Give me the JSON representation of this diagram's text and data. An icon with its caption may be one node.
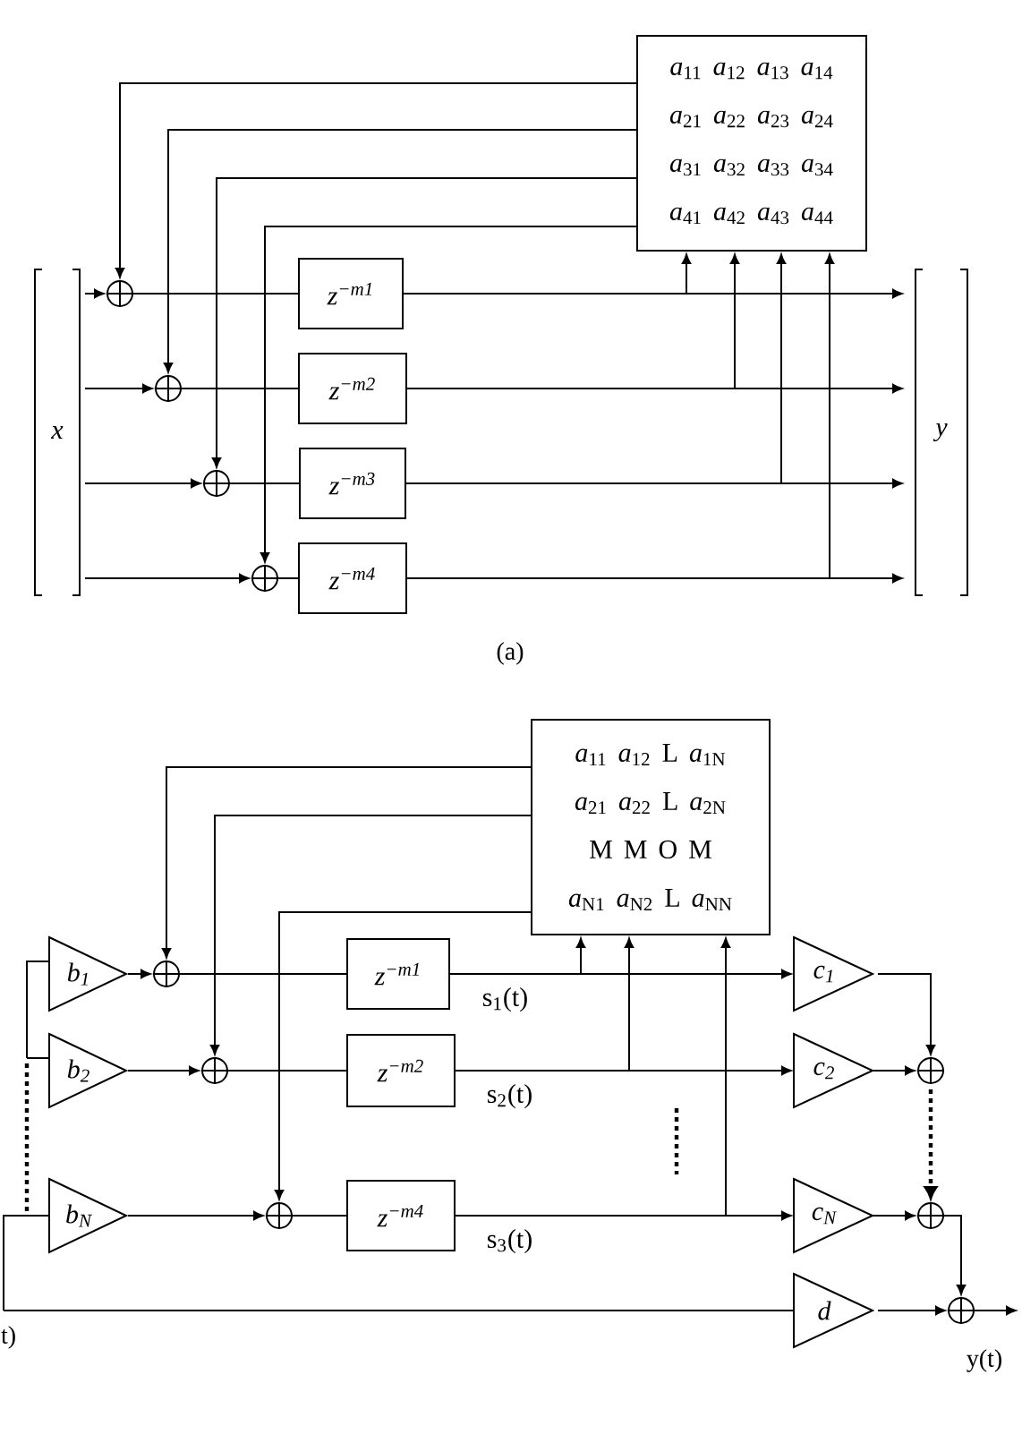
{
  "diagram": {
    "nodes": [
      {
        "text": [
          "*a*$_{11}$ *a*$_{12}$ *a*$_{13}$ *a*$_{14}$",
          "*a*$_{21}$ *a*$_{22}$ *a*$_{23}$ *a*$_{24}$",
          "*a*$_{31}$ *a*$_{32}$ *a*$_{33}$ *a*$_{34}$",
          "*a*$_{41}$ *a*$_{42}$ *a*$_{43}$ *a*$_{44}$"
        ]
      },
      {
        "text": [
          "x"
        ]
      },
      {
        "text": [
          "y"
        ]
      },
      {
        "text": [],
        "shape": "circle"
      },
      {
        "text": [],
        "shape": "circle"
      },
      {
        "text": [],
        "shape": "circle"
      },
      {
        "text": [],
        "shape": "circle"
      },
      {
        "text": [
          "z$^{−m1}$"
        ]
      },
      {
        "text": [
          "z$^{−m2}$"
        ]
      },
      {
        "text": [
          "z$^{−m3}$"
        ]
      },
      {
        "text": [
          "z$^{−m4}$"
        ]
      },
      {
        "text": [
          "*a*$_{11}$ *a*$_{12}$ L *a*$_{1N}$",
          "*a*$_{21}$ *a*$_{22}$ L *a*$_{2N}$",
          "M M O M",
          "*a*$_{N1}$ *a*$_{N2}$ L *a*$_{NN}$"
        ]
      },
      {
        "text": [
          "b$_{1}$"
        ]
      },
      {
        "text": [
          "b$_{2}$"
        ]
      },
      {
        "text": [
          "b$_{N}$"
        ]
      },
      {
        "text": [],
        "shape": "circle"
      },
      {
        "text": [],
        "shape": "circle"
      },
      {
        "text": [],
        "shape": "circle"
      },
      {
        "text": [
          "z$^{−m1}$"
        ]
      },
      {
        "text": [
          "z$^{−m2}$"
        ]
      },
      {
        "text": [
          "z$^{−m4}$"
        ]
      },
      {
        "text": [
          "c$_{1}$"
        ]
      },
      {
        "text": [
          "c$_{2}$"
        ]
      },
      {
        "text": [
          "c$_{N}$"
        ]
      },
      {
        "text": [
          "d"
        ]
      },
      {
        "text": [],
        "shape": "circle"
      },
      {
        "text": [],
        "shape": "circle"
      },
      {
        "text": [],
        "shape": "circle"
      }
    ],
    "edges": [
      {
        "from": 1,
        "to": 3,
        "arrow": "to"
      },
      {
        "from": 1,
        "to": 4,
        "arrow": "to"
      },
      {
        "from": 1,
        "to": 5,
        "arrow": "to"
      },
      {
        "from": 1,
        "to": 6,
        "arrow": "to"
      },
      {
        "from": 0,
        "to": 3,
        "arrow": "to"
      },
      {
        "from": 0,
        "to": 4,
        "arrow": "to"
      },
      {
        "from": 0,
        "to": 5,
        "arrow": "to"
      },
      {
        "from": 0,
        "to": 6,
        "arrow": "to"
      },
      {
        "from": 3,
        "to": 7,
        "arrow": "none"
      },
      {
        "from": 4,
        "to": 8,
        "arrow": "none"
      },
      {
        "from": 5,
        "to": 9,
        "arrow": "none"
      },
      {
        "from": 6,
        "to": 10,
        "arrow": "none"
      },
      {
        "from": 7,
        "to": 2,
        "arrow": "to"
      },
      {
        "from": 8,
        "to": 2,
        "arrow": "to"
      },
      {
        "from": 9,
        "to": 2,
        "arrow": "to"
      },
      {
        "from": 10,
        "to": 2,
        "arrow": "to"
      },
      {
        "from": 7,
        "to": 0,
        "arrow": "to"
      },
      {
        "from": 8,
        "to": 0,
        "arrow": "to"
      },
      {
        "from": 9,
        "to": 0,
        "arrow": "to"
      },
      {
        "from": 10,
        "to": 0,
        "arrow": "to"
      },
      {
        "from": null,
        "to": 12,
        "arrow": "none"
      },
      {
        "from": null,
        "to": 13,
        "arrow": "none"
      },
      {
        "from": null,
        "to": 14,
        "arrow": "none"
      },
      {
        "from": null,
        "to": 24,
        "arrow": "none"
      },
      {
        "from": 12,
        "to": 15,
        "arrow": "to"
      },
      {
        "from": 13,
        "to": 16,
        "arrow": "to"
      },
      {
        "from": 14,
        "to": 17,
        "arrow": "to"
      },
      {
        "from": 11,
        "to": 15,
        "arrow": "to"
      },
      {
        "from": 11,
        "to": 16,
        "arrow": "to"
      },
      {
        "from": 11,
        "to": 17,
        "arrow": "to"
      },
      {
        "from": 15,
        "to": 18,
        "arrow": "none"
      },
      {
        "from": 16,
        "to": 19,
        "arrow": "none"
      },
      {
        "from": 17,
        "to": 20,
        "arrow": "none"
      },
      {
        "from": 18,
        "to": 21,
        "arrow": "to",
        "label": "s$_{1}$(t)"
      },
      {
        "from": 19,
        "to": 22,
        "arrow": "to",
        "label": "s$_{2}$(t)"
      },
      {
        "from": 20,
        "to": 23,
        "arrow": "to",
        "label": "s$_{3}$(t)"
      },
      {
        "from": 18,
        "to": 11,
        "arrow": "to"
      },
      {
        "from": 19,
        "to": 11,
        "arrow": "to"
      },
      {
        "from": 20,
        "to": 11,
        "arrow": "to"
      },
      {
        "from": 21,
        "to": 25,
        "arrow": "to"
      },
      {
        "from": 22,
        "to": 25,
        "arrow": "to"
      },
      {
        "from": 25,
        "to": 26,
        "arrow": "to",
        "style": "dashed"
      },
      {
        "from": 23,
        "to": 26,
        "arrow": "to"
      },
      {
        "from": 26,
        "to": 27,
        "arrow": "to"
      },
      {
        "from": 24,
        "to": 27,
        "arrow": "to"
      },
      {
        "from": 27,
        "to": null,
        "arrow": "to"
      }
    ],
    "labels": [
      "(a)",
      "t)",
      "y(t)"
    ]
  }
}
